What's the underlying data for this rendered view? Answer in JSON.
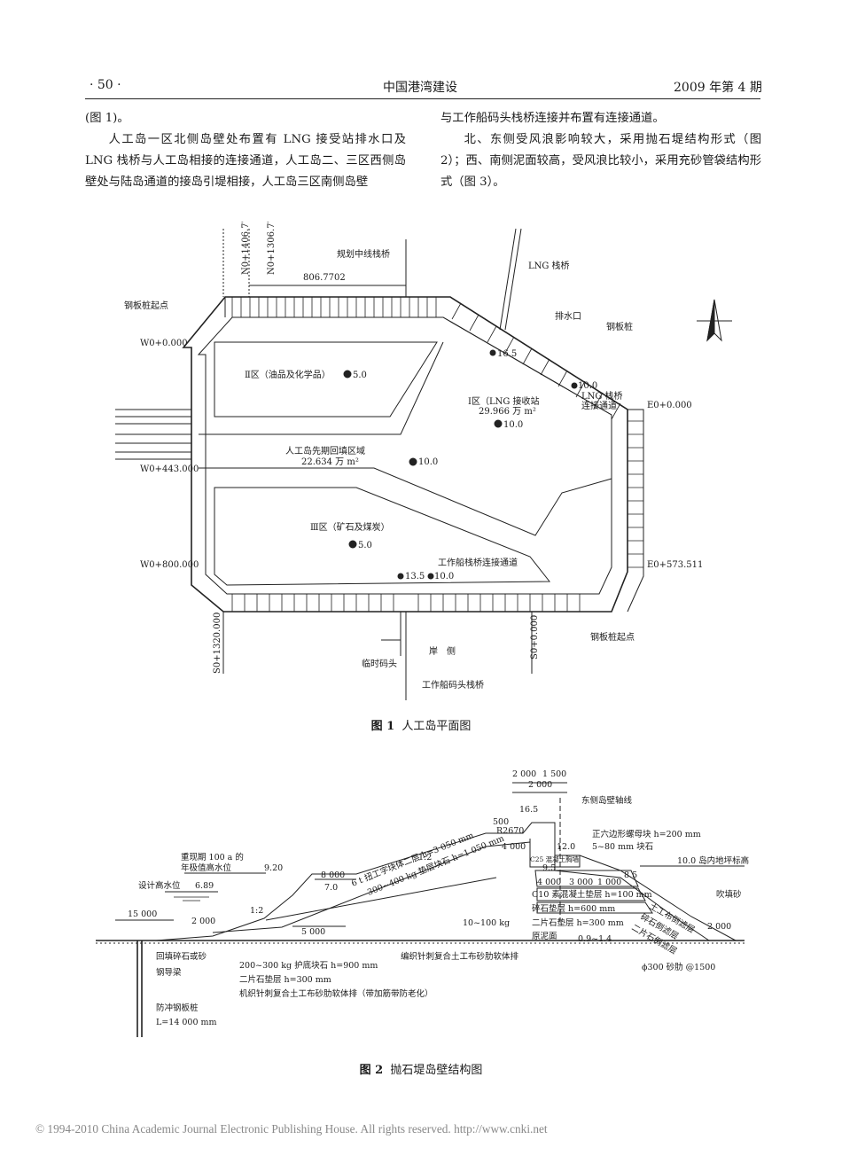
{
  "header": {
    "page_number": "· 50 ·",
    "journal": "中国港湾建设",
    "issue": "2009 年第 4 期"
  },
  "body": {
    "left_col": [
      "(图 1)。",
      "人工岛一区北侧岛壁处布置有 LNG 接受站排水口及 LNG 栈桥与人工岛相接的连接通道，人工岛二、三区西侧岛壁处与陆岛通道的接岛引堤相接，人工岛三区南侧岛壁"
    ],
    "right_col": [
      "与工作船码头栈桥连接并布置有连接通道。",
      "北、东侧受风浪影响较大，采用抛石堤结构形式（图 2）；西、南侧泥面较高，受风浪比较小，采用充砂管袋结构形式（图 3）。"
    ]
  },
  "figure1": {
    "caption_num": "图 1",
    "caption_text": "人工岛平面图",
    "labels": {
      "n1": "N0+1406.770",
      "n2": "N0+1306.770",
      "plan_bridge": "规划中线栈桥",
      "dim": "806.7702",
      "lng_bridge": "LNG 栈桥",
      "pile_start_nw": "钢板桩起点",
      "drain": "排水口",
      "sheet_pile": "钢板桩",
      "w0": "W0+0.000",
      "e0": "E0+0.000",
      "zone2": "Ⅱ区（油品及化学品）",
      "zone2_el": "5.0",
      "el165": "16.5",
      "el100a": "10.0",
      "lng_conn1": "LNG 栈桥",
      "lng_conn2": "连接通道",
      "zone1": "Ⅰ区（LNG 接收站",
      "zone1_area": "29.966 万 m²",
      "zone1_el": "10.0",
      "w443": "W0+443.000",
      "fill_area": "人工岛先期回填区域",
      "fill_size": "22.634 万 m²",
      "fill_el": "10.0",
      "zone3": "Ⅲ区（矿石及煤炭）",
      "zone3_el": "5.0",
      "work_conn": "工作船栈桥连接通道",
      "w800": "W0+800.000",
      "e573": "E0+573.511",
      "el135": "13.5",
      "el100b": "10.0",
      "s1320": "S0+1320.000",
      "s0": "S0+0.000",
      "pile_start_se": "钢板桩起点",
      "temp_dock": "临时码头",
      "shore": "岸　侧",
      "work_bridge": "工作船码头栈桥"
    }
  },
  "figure2": {
    "caption_num": "图 2",
    "caption_text": "抛石堤岛壁结构图",
    "labels": {
      "d2000a": "2 000",
      "d1500": "1 500",
      "d2000b": "2 000",
      "axis": "东侧岛壁轴线",
      "el165": "16.5",
      "d500": "500",
      "r2670": "R2670",
      "d4000a": "4 000",
      "el120": "12.0",
      "hex_block": "正六边形螺母块 h=200 mm",
      "stone_5_80": "5~80 mm 块石",
      "wall": "C25 混凝土胸墙",
      "el100": "10.0 岛内地坪标高",
      "hwl1": "重现期 100 a 的",
      "hwl2": "年极值高水位",
      "el920": "9.20",
      "slope12": "1:2",
      "d8000": "8 000",
      "el95": "9.5",
      "el85": "8.5",
      "design_hwl": "设计高水位",
      "el689": "6.89",
      "el70": "7.0",
      "d4000b": "4 000",
      "d3000": "3 000",
      "d1000": "1 000",
      "c10": "C10 素混凝土垫层 h=100 mm",
      "gravel": "碎石垫层 h=600 mm",
      "two_stone_a": "二片石垫层 h=300 mm",
      "fill_sand": "吹填砂",
      "armor1": "6 t 扭工字块体二层 h=3 050 mm",
      "armor2": "300~400 kg 垫层块石 h=1 050 mm",
      "slope12b": "1:2",
      "d15000": "15 000",
      "d2000c": "2 000",
      "stone10": "10~100 kg",
      "d5000": "5 000",
      "mud": "原泥面",
      "slope": "0.9~1.4",
      "geo1": "土工布倒滤层",
      "geo2": "碎石倒滤层",
      "geo3": "二片石倒滤层",
      "d2000d": "2 000",
      "backfill": "回填碎石或砂",
      "guide": "钢导梁",
      "mat_top": "编织针刺复合土工布砂肋软体排",
      "stone_base": "200~300 kg 护底块石 h=900 mm",
      "two_stone_b": "二片石垫层 h=300 mm",
      "mat_bottom": "机织针刺复合土工布砂肋软体排（带加筋带防老化）",
      "sand_rib": "ϕ300 砂肋 @1500",
      "pile": "防冲钢板桩",
      "pile_len": "L=14 000 mm"
    }
  },
  "footer": "© 1994-2010 China Academic Journal Electronic Publishing House. All rights reserved.    http://www.cnki.net"
}
